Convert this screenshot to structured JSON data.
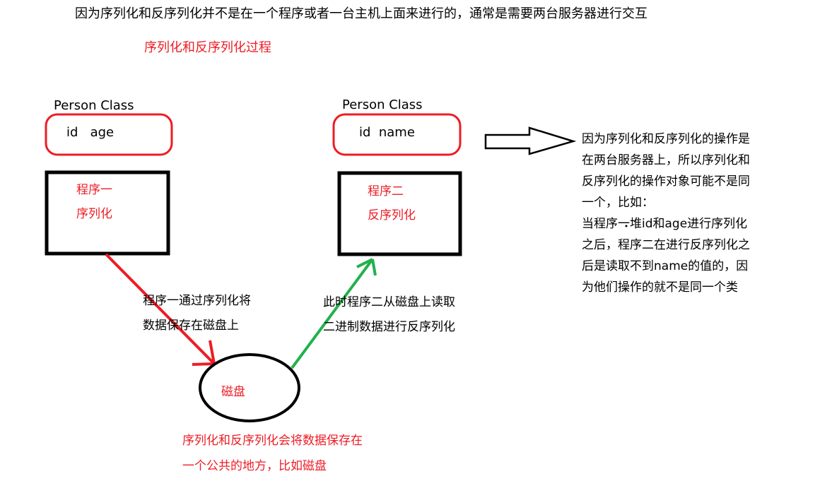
{
  "header": {
    "intro": "因为序列化和反序列化并不是在一个程序或者一台主机上面来进行的，通常是需要两台服务器进行交互",
    "subtitle": "序列化和反序列化过程"
  },
  "left": {
    "class_title": "Person Class",
    "class_fields": "id   age",
    "program_name": "程序一",
    "program_action": "序列化",
    "arrow_label_line1": "程序一通过序列化将",
    "arrow_label_line2": "数据保存在磁盘上"
  },
  "right": {
    "class_title": "Person Class",
    "class_fields": "id  name",
    "program_name": "程序二",
    "program_action": "反序列化",
    "arrow_label_line1": "此时程序二从磁盘上读取",
    "arrow_label_line2": "二进制数据进行反序列化"
  },
  "disk": {
    "label": "磁盘",
    "caption_line1": "序列化和反序列化会将数据保存在",
    "caption_line2": "一个公共的地方，比如磁盘"
  },
  "note": {
    "lines": [
      "因为序列化和反序列化的操作是",
      "在两台服务器上，所以序列化和",
      "反序列化的操作对象可能不是同",
      "一个，比如：",
      "当程序一堆id和age进行序列化",
      "之后，程序二在进行反序列化之",
      "后是读取不到name的值的，因",
      "为他们操作的就不是同一个类"
    ]
  },
  "colors": {
    "red": "#ed1c24",
    "green": "#22b14c",
    "black": "#000000"
  }
}
